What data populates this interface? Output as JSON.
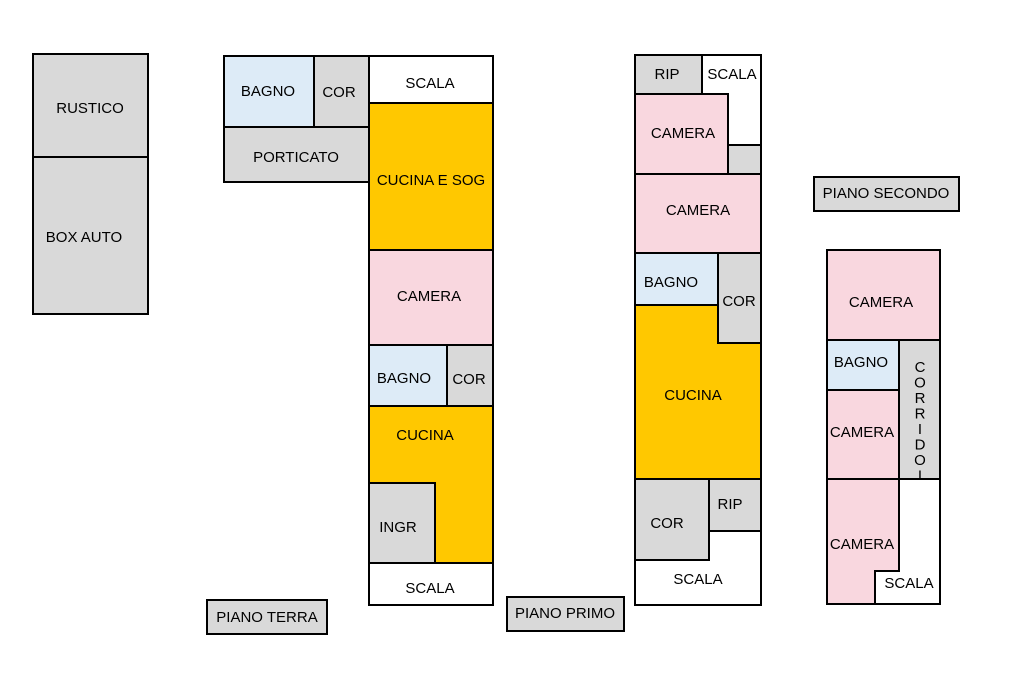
{
  "colors": {
    "grey": "#D9D9D9",
    "blue": "#DDEBF7",
    "pink": "#F9D7DF",
    "yellow": "#FFC800",
    "white": "#FFFFFF",
    "line": "#000000"
  },
  "outbuildings": {
    "rustico": "RUSTICO",
    "box_auto": "BOX AUTO"
  },
  "piano_terra": {
    "title": "PIANO TERRA",
    "bagno_annex": "BAGNO",
    "cor_annex": "COR",
    "porticato": "PORTICATO",
    "scala_top": "SCALA",
    "cucina_soggiorno": "CUCINA E SOG",
    "camera": "CAMERA",
    "bagno": "BAGNO",
    "cor": "COR",
    "cucina": "CUCINA",
    "ingr": "INGR",
    "scala_bottom": "SCALA"
  },
  "piano_primo": {
    "title": "PIANO PRIMO",
    "rip_top": "RIP",
    "scala_top": "SCALA",
    "camera_1": "CAMERA",
    "camera_2": "CAMERA",
    "bagno": "BAGNO",
    "cor": "COR",
    "cucina": "CUCINA",
    "cor_bottom": "COR",
    "rip_bottom": "RIP",
    "scala_bottom": "SCALA"
  },
  "piano_secondo": {
    "title": "PIANO SECONDO",
    "camera_top": "CAMERA",
    "bagno": "BAGNO",
    "corridoio": "CORRIDOIO",
    "camera_mid": "CAMERA",
    "camera_bottom": "CAMERA",
    "scala": "SCALA"
  }
}
